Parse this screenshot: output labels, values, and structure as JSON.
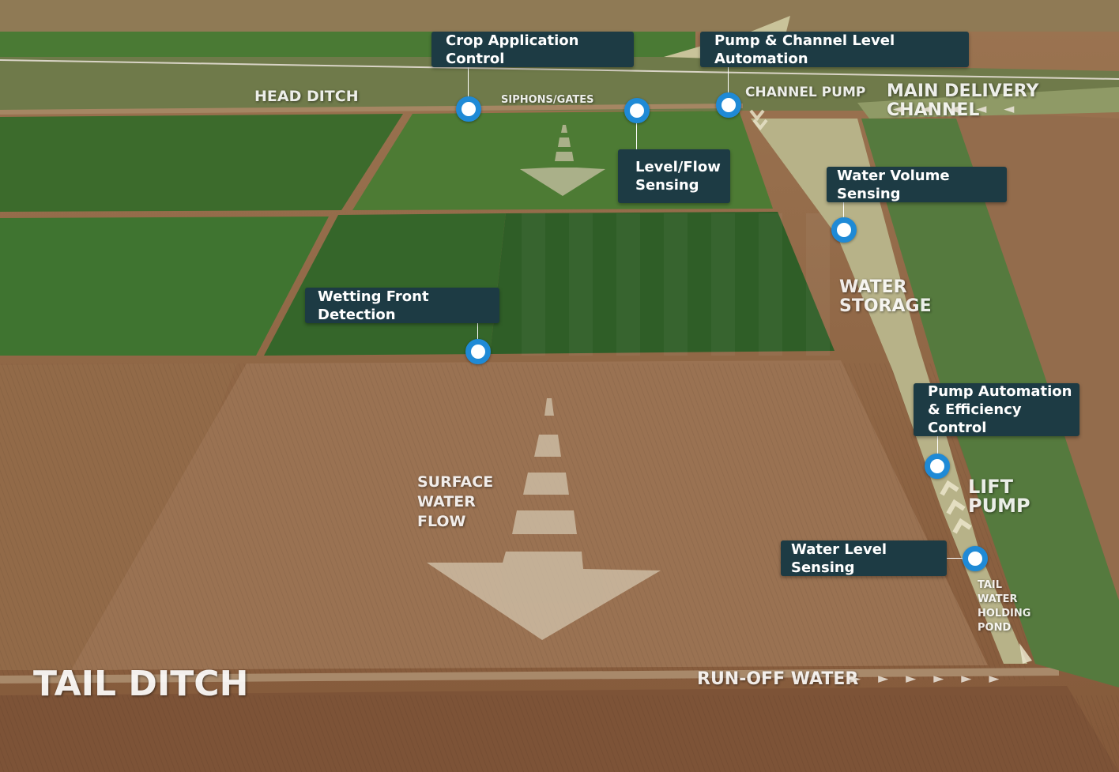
{
  "callouts": {
    "crop_application": "Crop Application Control",
    "pump_channel": "Pump & Channel Level Automation",
    "level_flow": "Level/Flow\nSensing",
    "water_volume": "Water Volume Sensing",
    "wetting_front": "Wetting Front Detection",
    "pump_automation": "Pump Automation\n& Efficiency Control",
    "water_level": "Water Level Sensing"
  },
  "labels": {
    "head_ditch": "HEAD DITCH",
    "siphons_gates": "SIPHONS/GATES",
    "channel_pump": "CHANNEL PUMP",
    "main_delivery_channel": "MAIN DELIVERY CHANNEL",
    "water_storage": "WATER\n  STORAGE",
    "surface_water_flow": "    SURFACE\n  WATER\nFLOW",
    "lift_pump": "LIFT\n  PUMP",
    "tail_water_holding_pond": "TAIL\n  WATER\n    HOLDING\n      POND",
    "tail_ditch": "TAIL DITCH",
    "run_off_water": "RUN-OFF WATER"
  },
  "colors": {
    "callout_bg": "#1d3b44",
    "marker_ring": "#1f8ad6",
    "field_green": "#3f6e2c",
    "field_soil": "#8b6344",
    "water": "#b9b48a"
  }
}
